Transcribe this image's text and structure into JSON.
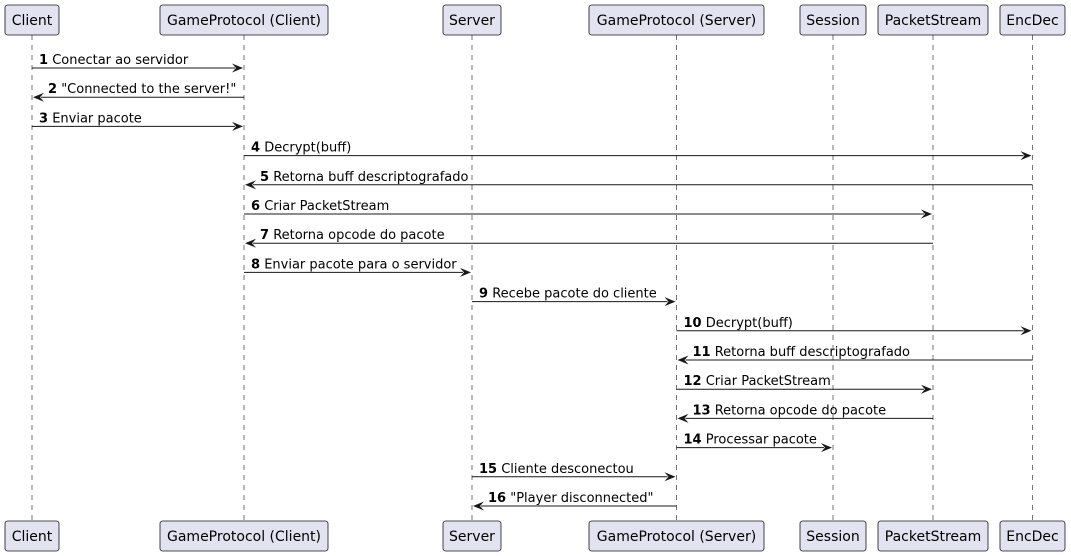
{
  "participants": [
    {
      "id": "client",
      "label": "Client"
    },
    {
      "id": "gp_client",
      "label": "GameProtocol (Client)"
    },
    {
      "id": "server",
      "label": "Server"
    },
    {
      "id": "gp_server",
      "label": "GameProtocol (Server)"
    },
    {
      "id": "session",
      "label": "Session"
    },
    {
      "id": "packetstream",
      "label": "PacketStream"
    },
    {
      "id": "encdec",
      "label": "EncDec"
    }
  ],
  "messages": [
    {
      "num": "1",
      "from": "client",
      "to": "gp_client",
      "text": "Conectar ao servidor"
    },
    {
      "num": "2",
      "from": "gp_client",
      "to": "client",
      "text": "\"Connected to the server!\""
    },
    {
      "num": "3",
      "from": "client",
      "to": "gp_client",
      "text": "Enviar pacote"
    },
    {
      "num": "4",
      "from": "gp_client",
      "to": "encdec",
      "text": "Decrypt(buff)"
    },
    {
      "num": "5",
      "from": "encdec",
      "to": "gp_client",
      "text": "Retorna buff descriptografado"
    },
    {
      "num": "6",
      "from": "gp_client",
      "to": "packetstream",
      "text": "Criar PacketStream"
    },
    {
      "num": "7",
      "from": "packetstream",
      "to": "gp_client",
      "text": "Retorna opcode do pacote"
    },
    {
      "num": "8",
      "from": "gp_client",
      "to": "server",
      "text": "Enviar pacote para o servidor"
    },
    {
      "num": "9",
      "from": "server",
      "to": "gp_server",
      "text": "Recebe pacote do cliente"
    },
    {
      "num": "10",
      "from": "gp_server",
      "to": "encdec",
      "text": "Decrypt(buff)"
    },
    {
      "num": "11",
      "from": "encdec",
      "to": "gp_server",
      "text": "Retorna buff descriptografado"
    },
    {
      "num": "12",
      "from": "gp_server",
      "to": "packetstream",
      "text": "Criar PacketStream"
    },
    {
      "num": "13",
      "from": "packetstream",
      "to": "gp_server",
      "text": "Retorna opcode do pacote"
    },
    {
      "num": "14",
      "from": "gp_server",
      "to": "session",
      "text": "Processar pacote"
    },
    {
      "num": "15",
      "from": "server",
      "to": "gp_server",
      "text": "Cliente desconectou"
    },
    {
      "num": "16",
      "from": "gp_server",
      "to": "server",
      "text": "\"Player disconnected\""
    }
  ]
}
